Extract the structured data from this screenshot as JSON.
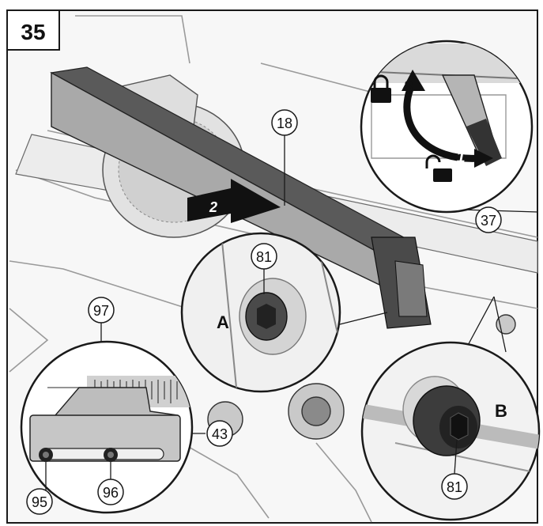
{
  "figure": {
    "number": "35",
    "step_arrow": "2",
    "inset_top": {
      "arrow_lock": "3",
      "arrow_unlock": "1"
    },
    "view_a": {
      "label": "A"
    },
    "view_b": {
      "label": "B"
    }
  },
  "callouts": {
    "c18": "18",
    "c37": "37",
    "c81a": "81",
    "c81b": "81",
    "c97": "97",
    "c43": "43",
    "c95": "95",
    "c96": "96"
  },
  "icons": [
    "lock-closed-icon",
    "lock-open-icon"
  ],
  "colors": {
    "line": "#1a1a1a",
    "shade": "#bdbdbd",
    "dark": "#3a3a3a"
  }
}
